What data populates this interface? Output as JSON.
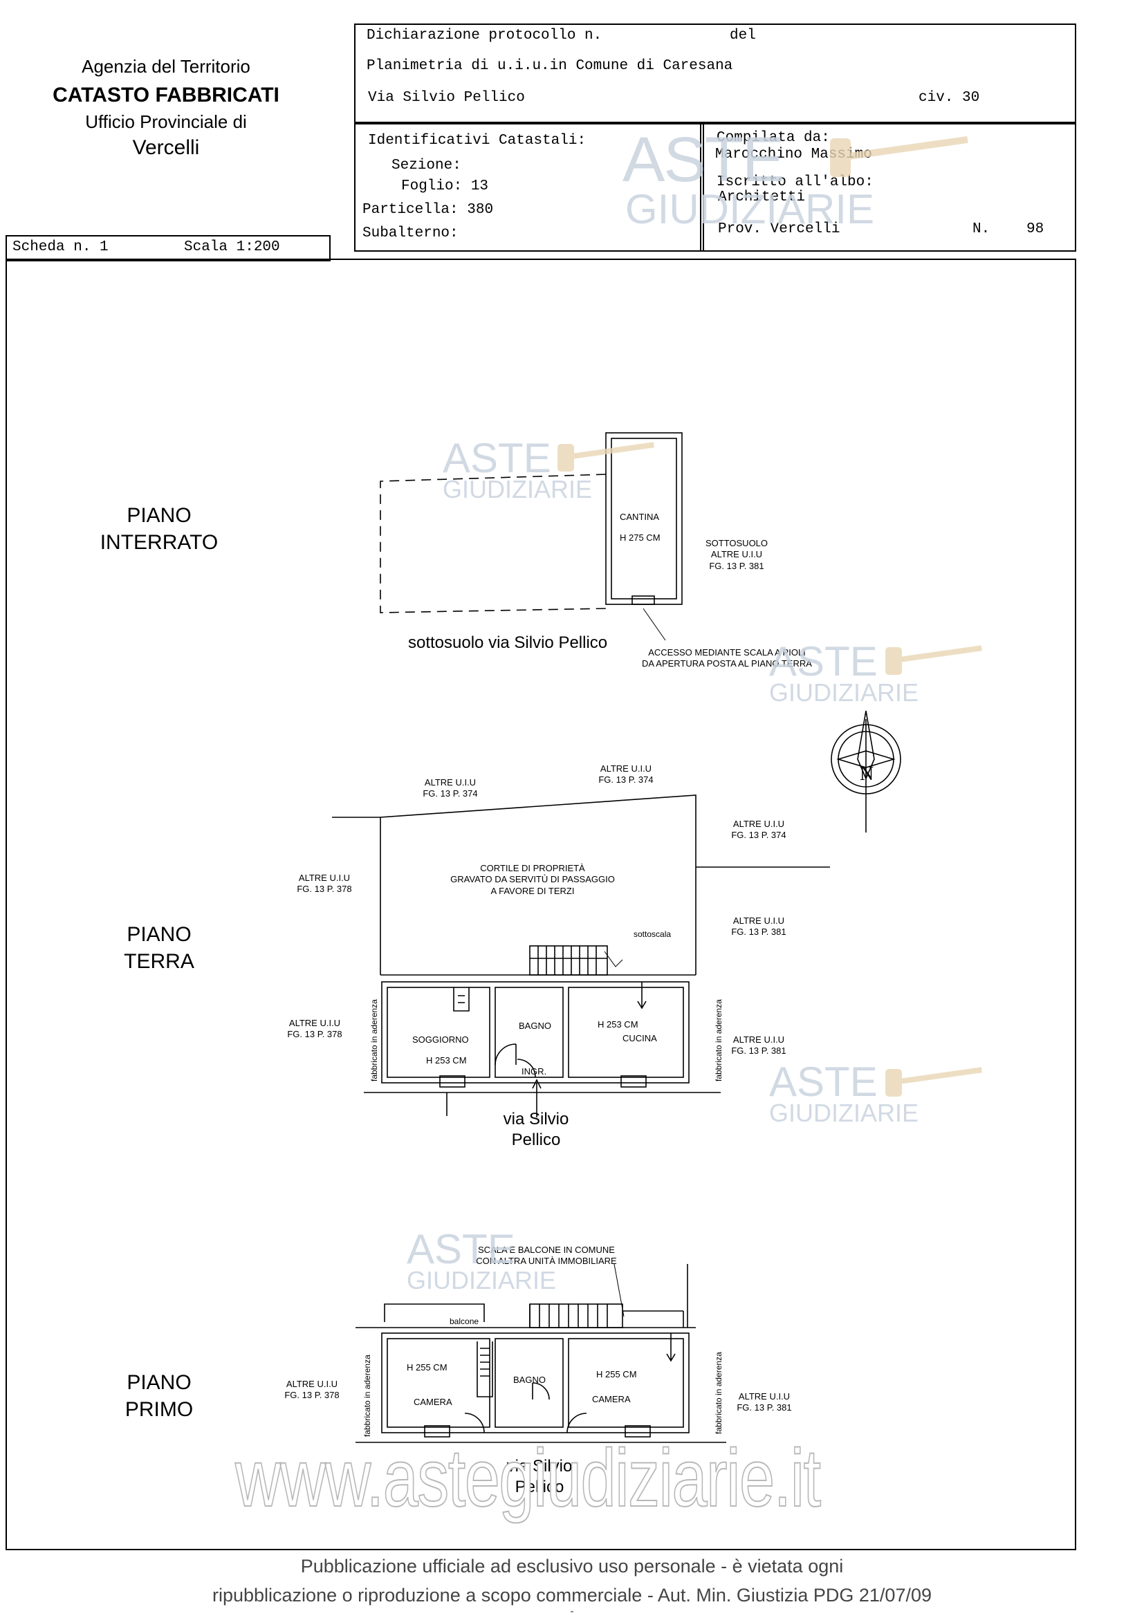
{
  "header": {
    "agency": "Agenzia del Territorio",
    "catasto": "CATASTO FABBRICATI",
    "ufficio": "Ufficio Provinciale di",
    "provincia": "Vercelli",
    "dichiarazione": "Dichiarazione protocollo n.",
    "del": "del",
    "planimetria": "Planimetria di u.i.u.in Comune di Caresana",
    "via": "Via Silvio Pellico",
    "civ": "civ. 30",
    "identificativi": "Identificativi Catastali:",
    "sezione": "Sezione:",
    "foglio_label": "Foglio:",
    "foglio": "13",
    "particella_label": "Particella:",
    "particella": "380",
    "subalterno": "Subalterno:",
    "compilata": "Compilata da:",
    "compilatore": "Marocchino Massimo",
    "iscritto": "Iscritto all'albo:",
    "albo": "Architetti",
    "prov": "Prov. Vercelli",
    "n_label": "N.",
    "n_value": "98",
    "scheda": "Scheda n. 1",
    "scala": "Scala 1:200"
  },
  "interrato": {
    "title_1": "PIANO",
    "title_2": "INTERRATO",
    "room": "CANTINA",
    "height": "H 275 CM",
    "sottosuolo_1": "SOTTOSUOLO",
    "sottosuolo_2": "ALTRE U.I.U",
    "sottosuolo_3": "FG. 13 P. 381",
    "street": "sottosuolo via Silvio Pellico",
    "accesso_1": "ACCESSO MEDIANTE SCALA A PIOLI",
    "accesso_2": "DA APERTURA POSTA AL PIANO TERRA"
  },
  "terra": {
    "title_1": "PIANO",
    "title_2": "TERRA",
    "top_left_1": "ALTRE U.I.U",
    "top_left_2": "FG. 13 P. 374",
    "top_mid_1": "ALTRE U.I.U",
    "top_mid_2": "FG. 13 P. 374",
    "right_top_1": "ALTRE U.I.U",
    "right_top_2": "FG. 13 P. 374",
    "left_upper_1": "ALTRE U.I.U",
    "left_upper_2": "FG. 13 P. 378",
    "cortile_1": "CORTILE DI PROPRIETÀ",
    "cortile_2": "GRAVATO DA SERVITÙ DI PASSAGGIO",
    "cortile_3": "A FAVORE DI TERZI",
    "right_mid_1": "ALTRE U.I.U",
    "right_mid_2": "FG. 13 P. 381",
    "sottoscala": "sottoscala",
    "left_lower_1": "ALTRE U.I.U",
    "left_lower_2": "FG. 13 P. 378",
    "right_lower_1": "ALTRE U.I.U",
    "right_lower_2": "FG. 13 P. 381",
    "aderenza": "fabbricato  in aderenza",
    "soggiorno": "SOGGIORNO",
    "soggiorno_h": "H 253 CM",
    "bagno": "BAGNO",
    "ingr": "INGR.",
    "cucina_h": "H 253 CM",
    "cucina": "CUCINA",
    "street_1": "via Silvio",
    "street_2": "Pellico"
  },
  "primo": {
    "title_1": "PIANO",
    "title_2": "PRIMO",
    "scala_1": "SCALA E BALCONE IN COMUNE",
    "scala_2": "CON ALTRA UNITÀ IMMOBILIARE",
    "balcone": "balcone",
    "left_1": "ALTRE U.I.U",
    "left_2": "FG. 13 P. 378",
    "right_1": "ALTRE U.I.U",
    "right_2": "FG. 13 P. 381",
    "aderenza": "fabbricato  in aderenza",
    "camera1_h": "H 255 CM",
    "camera1": "CAMERA",
    "bagno": "BAGNO",
    "camera2_h": "H 255 CM",
    "camera2": "CAMERA",
    "street_1": "via Silvio",
    "street_2": "Pellico"
  },
  "watermark": {
    "aste": "ASTE",
    "giudiziarie": "GIUDIZIARIE",
    "url": "www.astegiudiziarie.it"
  },
  "footer": {
    "line_1": "Pubblicazione ufficiale ad esclusivo uso personale - è vietata ogni",
    "line_2": "ripubblicazione o riproduzione a scopo commerciale - Aut. Min. Giustizia PDG 21/07/09",
    "dash": "-"
  },
  "colors": {
    "watermark": "#c9d3df",
    "hammer": "#e9d6b4"
  }
}
